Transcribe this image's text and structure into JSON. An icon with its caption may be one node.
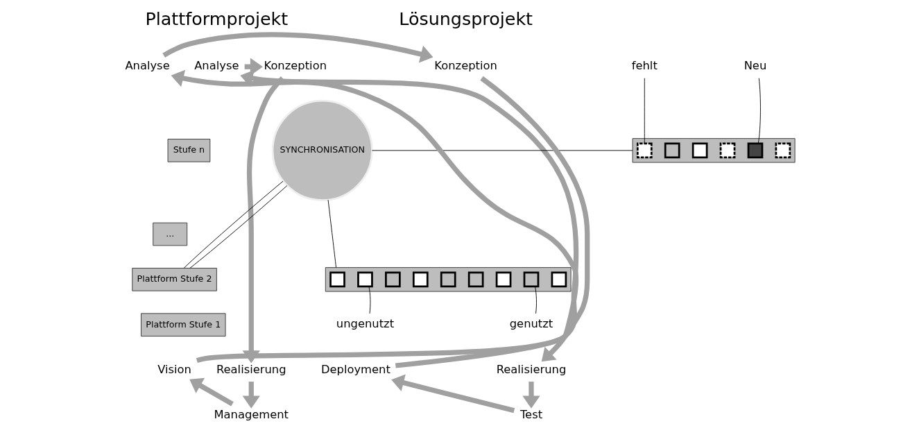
{
  "diagram": {
    "nodes": [
      {
        "text": [
          "Analyse"
        ]
      },
      {
        "text": [
          "Konzeption"
        ]
      },
      {
        "text": [
          "Realisierung"
        ]
      },
      {
        "text": [
          "Management"
        ]
      },
      {
        "text": [
          "Vision"
        ]
      },
      {
        "text": [
          "Stufe n"
        ]
      },
      {
        "text": [
          "..."
        ]
      },
      {
        "text": [
          "Plattform Stufe 2"
        ]
      },
      {
        "text": [
          "Plattform Stufe 1"
        ]
      },
      {
        "text": [
          "SYNCHRONISATION"
        ]
      },
      {
        "text": [
          "Analyse"
        ]
      },
      {
        "text": [
          "Konzeption"
        ]
      },
      {
        "text": [
          "Realisierung"
        ]
      },
      {
        "text": [
          "Test"
        ]
      },
      {
        "text": [
          "Deployment"
        ]
      },
      {
        "text": [],
        "shape": "bar"
      },
      {
        "text": [],
        "shape": "box",
        "in": 15
      },
      {
        "text": [],
        "shape": "box",
        "in": 15
      },
      {
        "text": [],
        "shape": "box",
        "in": 15
      },
      {
        "text": [],
        "shape": "box",
        "in": 15
      },
      {
        "text": [],
        "shape": "box",
        "in": 15
      },
      {
        "text": [],
        "shape": "box",
        "in": 15
      },
      {
        "text": [],
        "shape": "bar"
      },
      {
        "text": [],
        "shape": "box",
        "in": 22
      },
      {
        "text": [],
        "shape": "box",
        "in": 22
      },
      {
        "text": [],
        "shape": "box",
        "in": 22
      },
      {
        "text": [],
        "shape": "box",
        "in": 22
      },
      {
        "text": [],
        "shape": "box",
        "in": 22
      },
      {
        "text": [],
        "shape": "box",
        "in": 22
      },
      {
        "text": [],
        "shape": "box",
        "in": 22
      },
      {
        "text": [],
        "shape": "box",
        "in": 22
      },
      {
        "text": [],
        "shape": "box",
        "in": 22
      },
      {
        "text": [
          "fehlt"
        ]
      },
      {
        "text": [
          "Neu"
        ]
      },
      {
        "text": [
          "ungenutzt"
        ]
      },
      {
        "text": [
          "genutzt"
        ]
      }
    ],
    "edges": [
      {
        "from": 0,
        "to": 1,
        "arrow": "to"
      },
      {
        "from": 1,
        "to": 2,
        "arrow": "to"
      },
      {
        "from": 2,
        "to": 3,
        "arrow": "to"
      },
      {
        "from": 3,
        "to": 4,
        "arrow": "to"
      },
      {
        "from": 4,
        "to": 0,
        "arrow": "to"
      },
      {
        "from": 10,
        "to": 11,
        "arrow": "to"
      },
      {
        "from": 11,
        "to": 12,
        "arrow": "to"
      },
      {
        "from": 12,
        "to": 13,
        "arrow": "to"
      },
      {
        "from": 13,
        "to": 14,
        "arrow": "to"
      },
      {
        "from": 14,
        "to": 10,
        "arrow": "to"
      },
      {
        "from": 9,
        "to": 7,
        "arrow": "none",
        "color": "#000000"
      },
      {
        "from": 9,
        "to": 7,
        "arrow": "none",
        "color": "#000000"
      },
      {
        "from": 9,
        "to": 15,
        "arrow": "none",
        "color": "#000000"
      },
      {
        "from": 9,
        "to": 22,
        "arrow": "none",
        "color": "#000000"
      },
      {
        "from": 32,
        "to": 16,
        "arrow": "none",
        "color": "#000000"
      },
      {
        "from": 33,
        "to": 20,
        "arrow": "none",
        "color": "#000000"
      },
      {
        "from": 34,
        "to": 24,
        "arrow": "none",
        "color": "#000000"
      },
      {
        "from": 35,
        "to": 30,
        "arrow": "none",
        "color": "#000000"
      }
    ],
    "labels": [
      "Plattformprojekt",
      "Lösungsprojekt"
    ]
  }
}
